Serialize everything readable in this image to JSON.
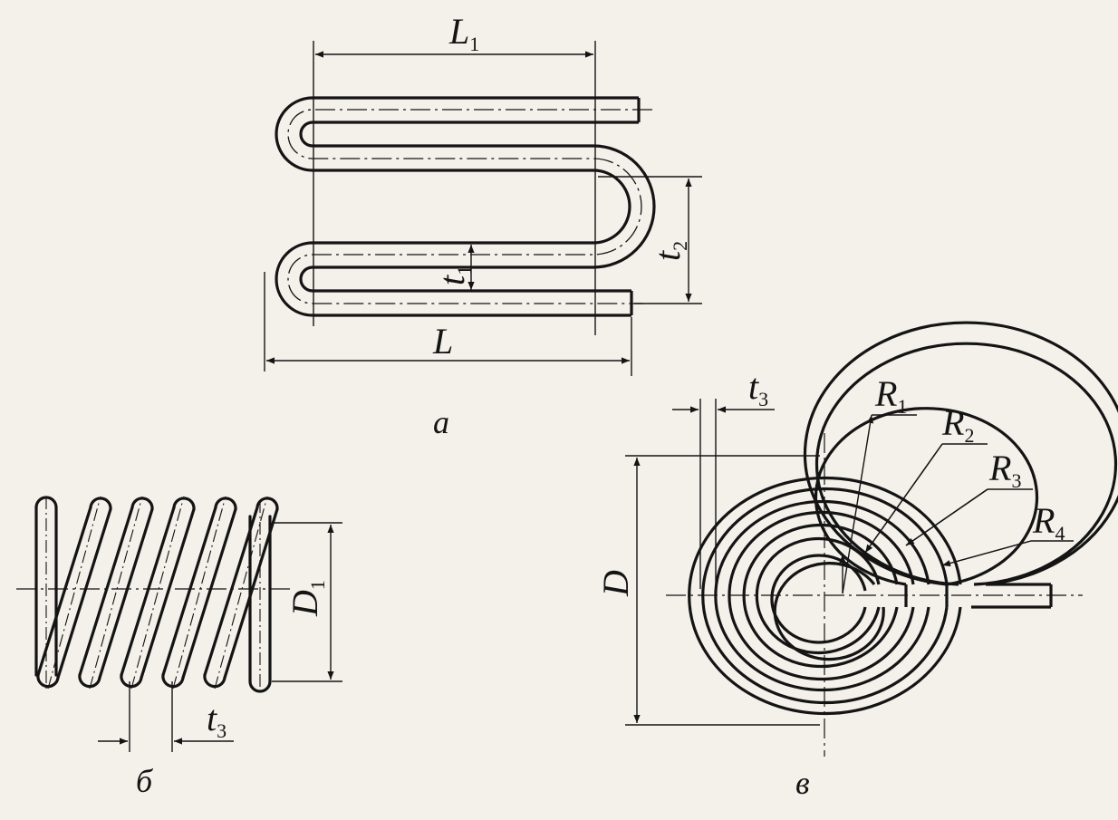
{
  "figures": {
    "a": {
      "caption": "а",
      "dims": {
        "L1": {
          "main": "L",
          "sub": "1"
        },
        "L": {
          "main": "L"
        },
        "t1": {
          "main": "t",
          "sub": "1"
        },
        "t2": {
          "main": "t",
          "sub": "2"
        }
      }
    },
    "b": {
      "caption": "б",
      "dims": {
        "D1": {
          "main": "D",
          "sub": "1"
        },
        "t3": {
          "main": "t",
          "sub": "3"
        }
      }
    },
    "v": {
      "caption": "в",
      "dims": {
        "D": {
          "main": "D"
        },
        "t3": {
          "main": "t",
          "sub": "3"
        },
        "R1": {
          "main": "R",
          "sub": "1"
        },
        "R2": {
          "main": "R",
          "sub": "2"
        },
        "R3": {
          "main": "R",
          "sub": "3"
        },
        "R4": {
          "main": "R",
          "sub": "4"
        }
      }
    }
  },
  "colors": {
    "ink": "#141414",
    "paper": "#f3f1ea"
  }
}
